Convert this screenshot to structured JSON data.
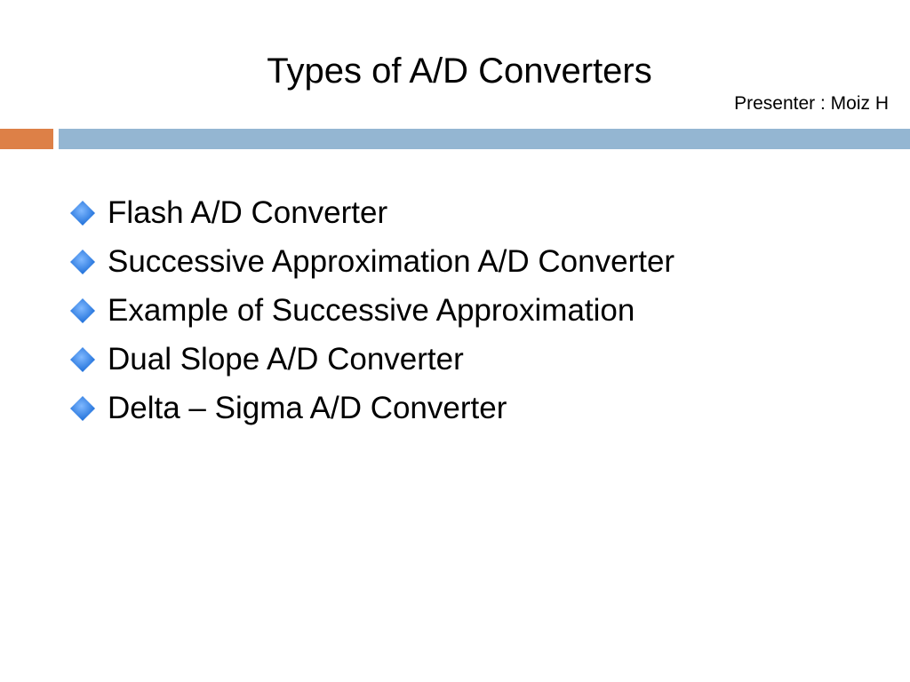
{
  "slide": {
    "title": "Types of A/D Converters",
    "presenter": "Presenter : Moiz H"
  },
  "colors": {
    "accent_orange": "#dd8047",
    "accent_blue": "#94b6d2",
    "bullet_blue": "#1e6fd9"
  },
  "bullet_icon": "blue-diamond-icon",
  "bullets": [
    {
      "label": "Flash A/D Converter"
    },
    {
      "label": "Successive Approximation A/D Converter"
    },
    {
      "label": "Example of Successive Approximation"
    },
    {
      "label": "Dual Slope A/D Converter"
    },
    {
      "label": "Delta – Sigma A/D Converter"
    }
  ]
}
